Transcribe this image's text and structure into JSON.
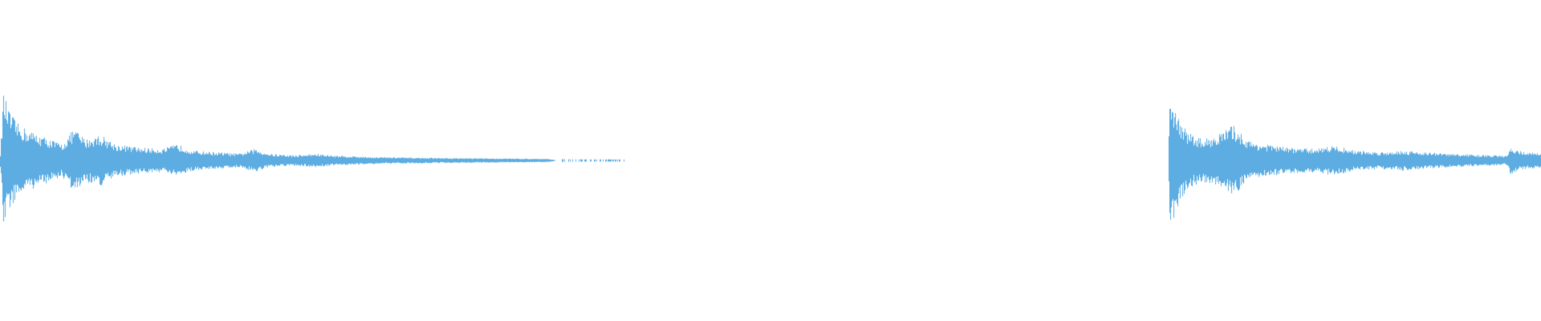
{
  "waveform": {
    "color": "#5dade2",
    "background": "#ffffff",
    "segments": [
      {
        "name": "clip-1",
        "envelope_points": [
          [
            0.0,
            0.04
          ],
          [
            0.002,
            0.42
          ],
          [
            0.006,
            0.3
          ],
          [
            0.012,
            0.22
          ],
          [
            0.02,
            0.18
          ],
          [
            0.03,
            0.14
          ],
          [
            0.04,
            0.1
          ],
          [
            0.048,
            0.2
          ],
          [
            0.055,
            0.13
          ],
          [
            0.065,
            0.16
          ],
          [
            0.075,
            0.1
          ],
          [
            0.09,
            0.08
          ],
          [
            0.105,
            0.07
          ],
          [
            0.115,
            0.1
          ],
          [
            0.125,
            0.06
          ],
          [
            0.14,
            0.05
          ],
          [
            0.155,
            0.04
          ],
          [
            0.165,
            0.07
          ],
          [
            0.175,
            0.04
          ],
          [
            0.19,
            0.03
          ],
          [
            0.205,
            0.04
          ],
          [
            0.215,
            0.03
          ],
          [
            0.24,
            0.02
          ],
          [
            0.27,
            0.015
          ],
          [
            0.3,
            0.012
          ],
          [
            0.33,
            0.01
          ],
          [
            0.355,
            0.008
          ],
          [
            0.36,
            0.0
          ]
        ],
        "trail": [
          [
            0.363,
            0.006
          ],
          [
            0.38,
            0.004
          ],
          [
            0.405,
            0.004
          ]
        ]
      },
      {
        "name": "clip-2",
        "envelope_points": [
          [
            0.758,
            0.0
          ],
          [
            0.759,
            0.45
          ],
          [
            0.763,
            0.3
          ],
          [
            0.77,
            0.18
          ],
          [
            0.78,
            0.13
          ],
          [
            0.79,
            0.16
          ],
          [
            0.8,
            0.22
          ],
          [
            0.81,
            0.12
          ],
          [
            0.82,
            0.1
          ],
          [
            0.835,
            0.08
          ],
          [
            0.85,
            0.07
          ],
          [
            0.865,
            0.09
          ],
          [
            0.88,
            0.06
          ],
          [
            0.895,
            0.05
          ],
          [
            0.91,
            0.06
          ],
          [
            0.925,
            0.05
          ],
          [
            0.94,
            0.04
          ],
          [
            0.955,
            0.035
          ],
          [
            0.97,
            0.03
          ],
          [
            0.978,
            0.025
          ],
          [
            0.98,
            0.09
          ],
          [
            0.985,
            0.06
          ],
          [
            0.99,
            0.05
          ],
          [
            1.0,
            0.045
          ]
        ],
        "trail": []
      }
    ]
  }
}
